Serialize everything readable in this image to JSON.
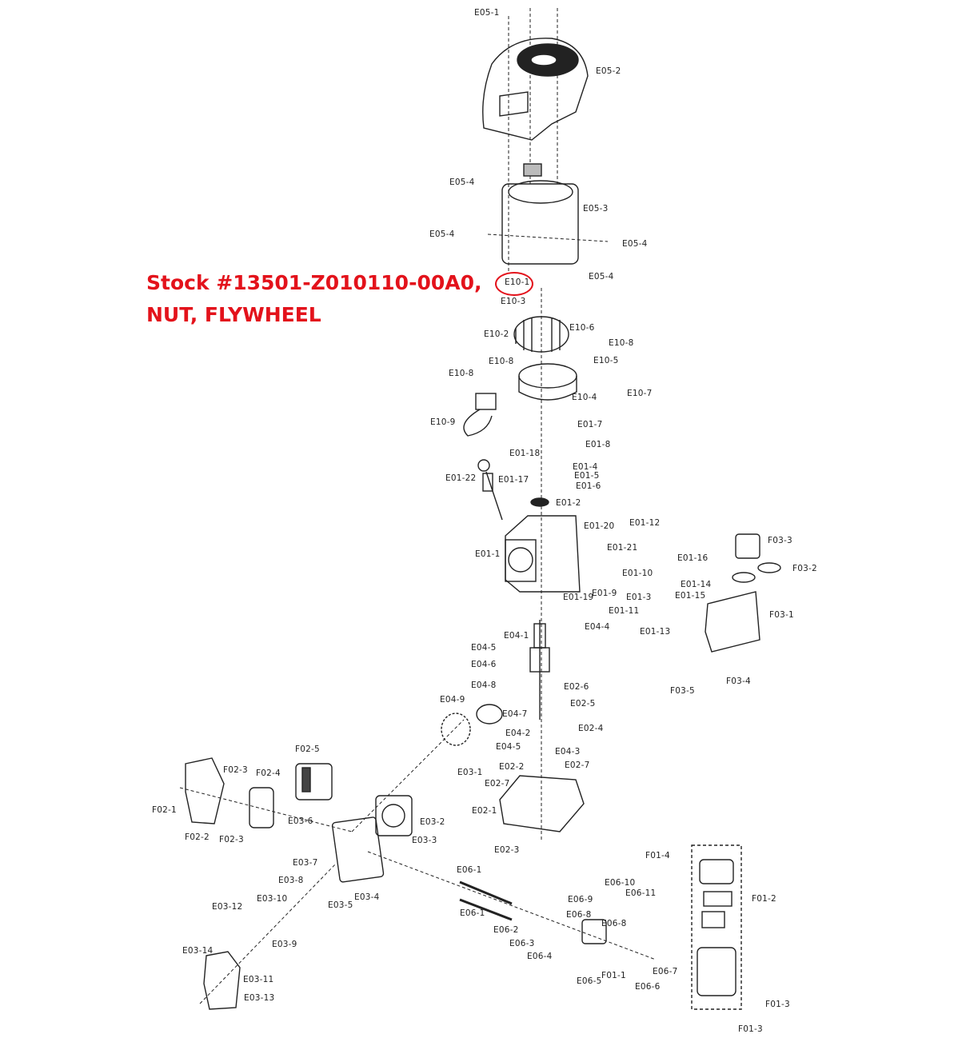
{
  "annotation": {
    "line1": "Stock #13501-Z010110-00A0,",
    "line2": "NUT, FLYWHEEL",
    "highlight_label": "E10-1",
    "color": "#e3121b"
  },
  "labels": [
    "E05-1",
    "E05-2",
    "E05-4",
    "E05-3",
    "E05-4",
    "E05-4",
    "E05-4",
    "E10-1",
    "E10-3",
    "E10-2",
    "E10-6",
    "E10-8",
    "E10-5",
    "E10-8",
    "E10-8",
    "E10-4",
    "E10-7",
    "E10-9",
    "E01-7",
    "E01-8",
    "E01-18",
    "E01-4",
    "E01-5",
    "E01-22",
    "E01-17",
    "E01-6",
    "E01-2",
    "E01-20",
    "E01-12",
    "E01-21",
    "E01-1",
    "E01-16",
    "E01-10",
    "E01-14",
    "E01-9",
    "E01-19",
    "E01-3",
    "E01-15",
    "E01-11",
    "E01-13",
    "F03-3",
    "F03-2",
    "F03-1",
    "F03-4",
    "F03-5",
    "E04-1",
    "E04-4",
    "E04-5",
    "E04-6",
    "E04-8",
    "E04-9",
    "E02-6",
    "E04-7",
    "E02-5",
    "E04-2",
    "E02-4",
    "E04-5",
    "E04-3",
    "E02-2",
    "E02-7",
    "F02-5",
    "F02-3",
    "F02-4",
    "E03-1",
    "E02-7",
    "F02-1",
    "E02-1",
    "E03-2",
    "E03-6",
    "F02-2",
    "F02-3",
    "E03-3",
    "E02-3",
    "E03-7",
    "F01-4",
    "E06-1",
    "E03-8",
    "E06-10",
    "E06-11",
    "F01-2",
    "E03-5",
    "E03-4",
    "E03-10",
    "E03-12",
    "E06-9",
    "E06-1",
    "E06-8",
    "E06-8",
    "E06-2",
    "E03-9",
    "E06-3",
    "E03-14",
    "E06-4",
    "E06-7",
    "E03-11",
    "F01-1",
    "E06-5",
    "E06-6",
    "E03-13",
    "F01-3",
    "F01-3"
  ]
}
